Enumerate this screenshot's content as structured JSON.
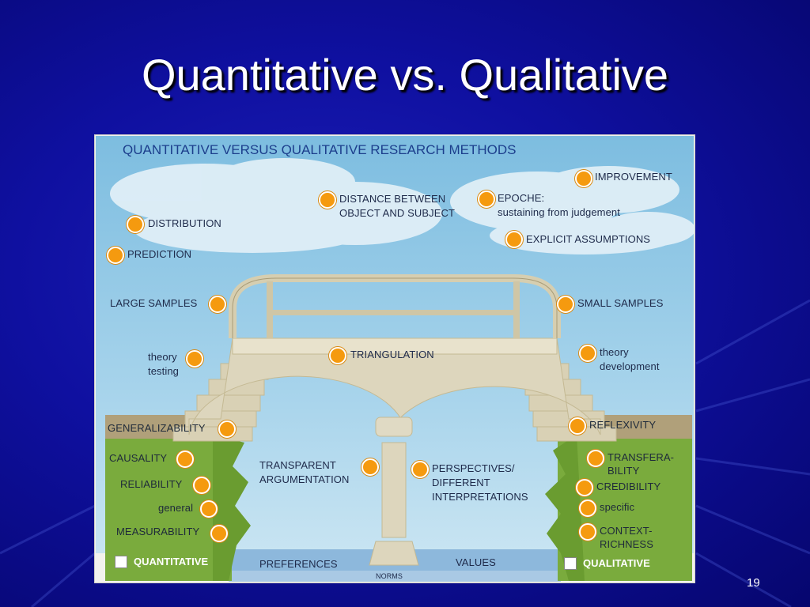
{
  "slide": {
    "title": "Quantitative vs. Qualitative",
    "number": "19"
  },
  "diagram": {
    "title": "QUANTITATIVE VERSUS QUALITATIVE RESEARCH METHODS",
    "labels": {
      "improvement": "IMPROVEMENT",
      "distance_line1": "DISTANCE BETWEEN",
      "distance_line2": "OBJECT AND SUBJECT",
      "epoche_line1": "EPOCHE:",
      "epoche_line2": "sustaining from judgement",
      "distribution": "DISTRIBUTION",
      "explicit_assumptions": "EXPLICIT ASSUMPTIONS",
      "prediction": "PREDICTION",
      "large_samples": "LARGE SAMPLES",
      "small_samples": "SMALL SAMPLES",
      "theory_testing_line1": "theory",
      "theory_testing_line2": "testing",
      "triangulation": "TRIANGULATION",
      "theory_development_line1": "theory",
      "theory_development_line2": "development",
      "generalizability": "GENERALIZABILITY",
      "reflexivity": "REFLEXIVITY",
      "causality": "CAUSALITY",
      "transparent_line1": "TRANSPARENT",
      "transparent_line2": "ARGUMENTATION",
      "perspectives_line1": "PERSPECTIVES/",
      "perspectives_line2": "DIFFERENT",
      "perspectives_line3": "INTERPRETATIONS",
      "transferability_line1": "TRANSFERA-",
      "transferability_line2": "BILITY",
      "reliability": "RELIABILITY",
      "credibility": "CREDIBILITY",
      "general": "general",
      "specific": "specific",
      "measurability": "MEASURABILITY",
      "context_line1": "CONTEXT-",
      "context_line2": "RICHNESS",
      "preferences": "PREFERENCES",
      "values": "VALUES",
      "norms": "NORMS"
    },
    "legend": {
      "quantitative": "QUANTITATIVE",
      "qualitative": "QUALITATIVE"
    }
  },
  "colors": {
    "background": "#0f10a0",
    "sky": "#8cc4e0",
    "bridge": "#ddd6bd",
    "grass": "#79ac3c",
    "dot": "#f59a0f",
    "title_blue": "#1c3e8c"
  }
}
